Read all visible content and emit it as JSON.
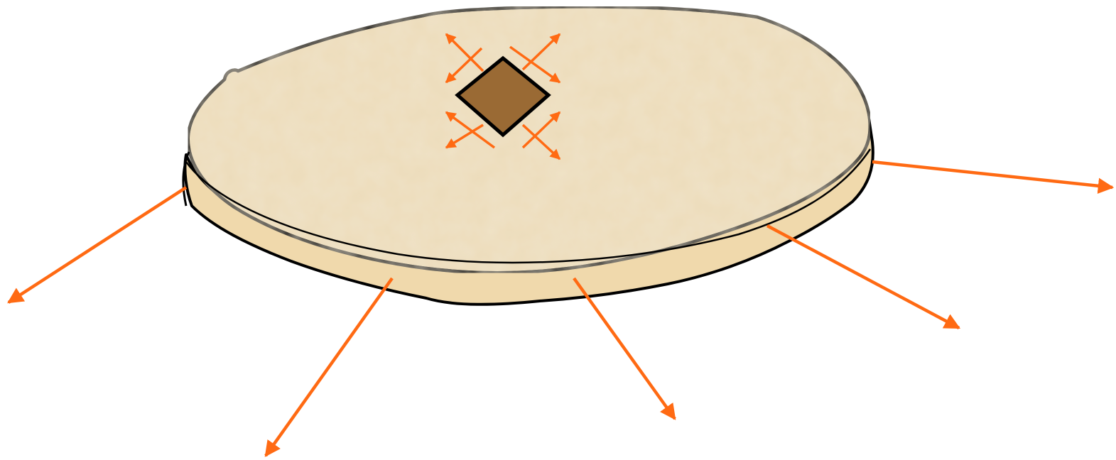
{
  "diagram": {
    "colors": {
      "disc_top": "#ecdcba",
      "disc_top_light": "#f3e6c8",
      "disc_side": "#f0d9ac",
      "outline": "#000000",
      "center_square": "#9a6a34",
      "arrow": "#ff6a13"
    },
    "elements": {
      "disc": "flat-disc",
      "center": "diamond-square",
      "small_arrows": 8,
      "large_arrows": 5
    }
  }
}
